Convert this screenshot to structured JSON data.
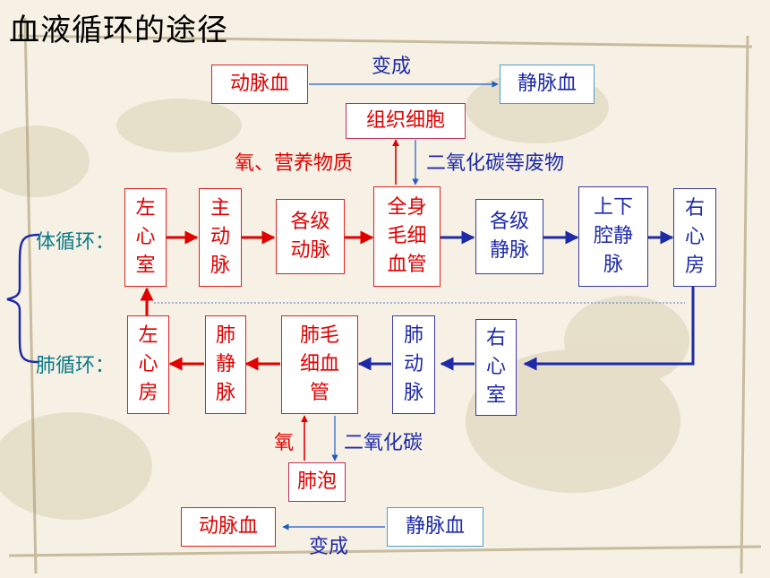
{
  "title": "血液循环的途径",
  "top_legend": {
    "from": "动脉血",
    "label": "变成",
    "to": "静脉血"
  },
  "tissue": {
    "cell": "组织细胞",
    "in_label": "氧、营养物质",
    "out_label": "二氧化碳等废物"
  },
  "systemic": {
    "label": "体循环：",
    "nodes": [
      "左\n心\n室",
      "主\n动\n脉",
      "各级\n动脉",
      "全身\n毛细\n血管",
      "各级\n静脉",
      "上下\n腔静\n脉",
      "右\n心\n房"
    ]
  },
  "pulmonary": {
    "label": "肺循环：",
    "nodes": [
      "左\n心\n房",
      "肺\n静\n脉",
      "肺毛\n细血\n管",
      "肺\n动\n脉",
      "右\n心\n室"
    ]
  },
  "alveoli": {
    "name": "肺泡",
    "in_label": "氧",
    "out_label": "二氧化碳"
  },
  "bottom_legend": {
    "from": "静脉血",
    "label": "变成",
    "to": "动脉血"
  },
  "colors": {
    "arterial": "#e00000",
    "venous": "#1e2aa8"
  }
}
